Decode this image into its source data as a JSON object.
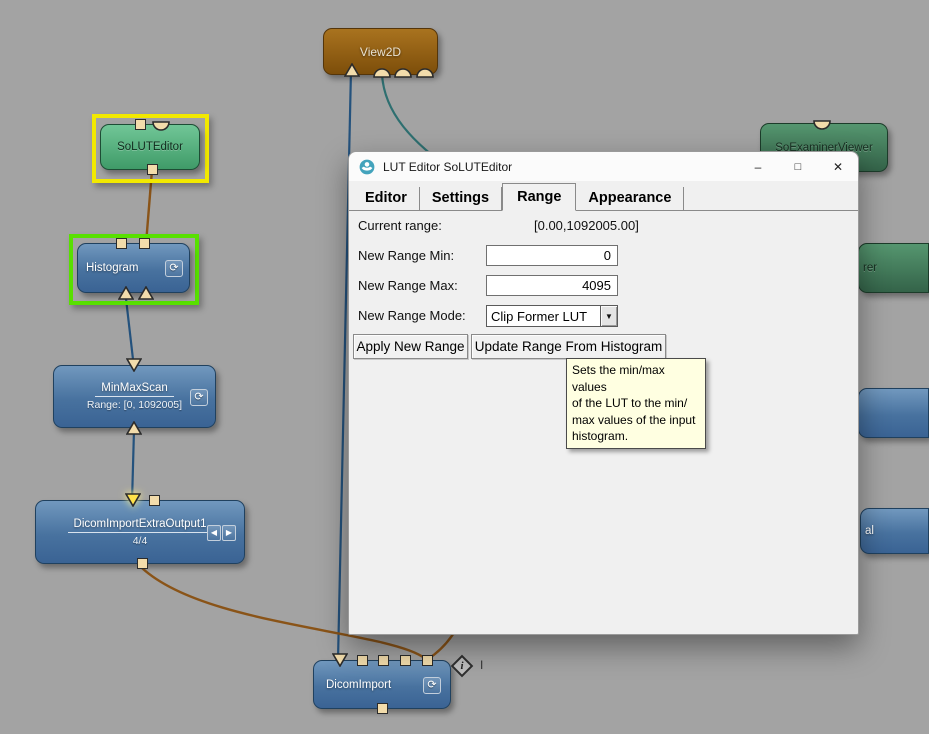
{
  "app": {
    "canvas_bg": "#a3a3a3"
  },
  "dialog": {
    "title": "LUT Editor SoLUTEditor",
    "caption_buttons": {
      "minimize": "–",
      "maximize": "□",
      "close": "✕"
    },
    "tabs": [
      {
        "label": "Editor",
        "active": false
      },
      {
        "label": "Settings",
        "active": false
      },
      {
        "label": "Range",
        "active": true
      },
      {
        "label": "Appearance",
        "active": false
      }
    ],
    "current_range": {
      "label": "Current range:",
      "value": "[0.00,1092005.00]"
    },
    "new_range_min": {
      "label": "New Range Min:",
      "value": "0"
    },
    "new_range_max": {
      "label": "New Range Max:",
      "value": "4095"
    },
    "new_range_mode": {
      "label": "New Range Mode:",
      "value": "Clip Former LUT"
    },
    "apply_button": "Apply New Range",
    "update_button": "Update Range From Histogram",
    "tooltip_lines": [
      "Sets the min/max values",
      "of the LUT to the min/",
      "max values of the input",
      "histogram."
    ]
  },
  "nodes": {
    "view2d": {
      "label": "View2D"
    },
    "so_lut_editor": {
      "label": "SoLUTEditor"
    },
    "histogram": {
      "label": "Histogram"
    },
    "min_max_scan": {
      "label": "MinMaxScan",
      "range": "Range: [0, 1092005]"
    },
    "dicom_import_extra_output1": {
      "label": "DicomImportExtraOutput1",
      "page": "4/4"
    },
    "dicom_import": {
      "label": "DicomImport",
      "info_label": "I"
    },
    "so_examiner_viewer": {
      "label": "SoExaminerViewer"
    },
    "partial_node_green": {
      "label": "rer"
    },
    "partial_node_blue": {
      "label": "al"
    }
  },
  "icons": {
    "reload": "⟳",
    "prev": "◀",
    "next": "▶",
    "info": "i",
    "combo_arrow": "▼"
  },
  "colors": {
    "node_blue": "#48729f",
    "node_green": "#3f9b68",
    "node_dark_green": "#346349",
    "node_brown": "#8a5a12",
    "selection_yellow": "#f2e900",
    "selection_green": "#58e000",
    "connector_tan": "#f2dcab",
    "connector_highlight": "#ffe24a",
    "wire_navy": "#24527d",
    "wire_teal": "#2e6f70",
    "wire_brown": "#8a5418",
    "tooltip_bg": "#ffffe1"
  }
}
